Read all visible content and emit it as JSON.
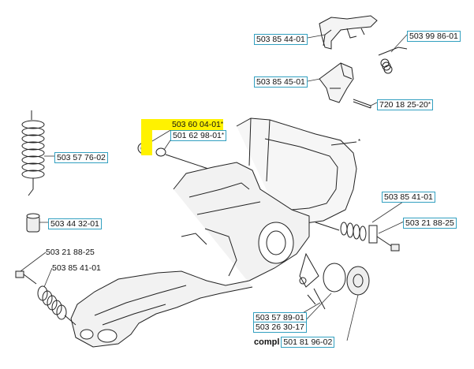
{
  "highlight_color": "#fff200",
  "box_color": "#33a0c0",
  "parts": {
    "p1": "503 85 44-01",
    "p2": "503 99 86-01",
    "p3": "503 85 45-01",
    "p4": "720 18 25-20",
    "p5": "503 60 04-01",
    "p6": "501 62 98-01",
    "p7": "503 57 76-02",
    "p8": "503 44 32-01",
    "p9": "503 85 41-01",
    "p10": "503 21 88-25",
    "p11": "503 21 88-25",
    "p12": "503 85 41-01",
    "p13": "503 57 89-01",
    "p14": "503 26 30-17",
    "p15": "501 81 96-02"
  },
  "compl_label": "compl",
  "asterisk": "*"
}
